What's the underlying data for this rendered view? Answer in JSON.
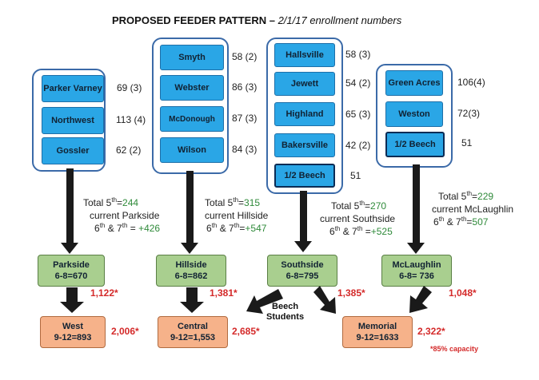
{
  "title": {
    "main": "PROPOSED FEEDER PATTERN – ",
    "sub": "2/1/17 enrollment numbers"
  },
  "groups": {
    "parkside": {
      "schools": [
        {
          "name": "Parker Varney",
          "count": "69 (3)"
        },
        {
          "name": "Northwest",
          "count": "113 (4)"
        },
        {
          "name": "Gossler",
          "count": "62 (2)"
        }
      ],
      "totals": {
        "l1a": "Total 5",
        "l1b": "th",
        "l1c": "=",
        "l1v": "244",
        "l2": "current Parkside",
        "l3a": "6",
        "l3b": "th",
        "l3c": " & 7",
        "l3d": "th",
        "l3e": " = ",
        "l3v": "+426"
      }
    },
    "hillside": {
      "schools": [
        {
          "name": "Smyth",
          "count": "58 (2)"
        },
        {
          "name": "Webster",
          "count": "86 (3)"
        },
        {
          "name": "McDonough",
          "count": "87 (3)"
        },
        {
          "name": "Wilson",
          "count": "84 (3)"
        }
      ],
      "totals": {
        "l1a": "Total 5",
        "l1b": "th",
        "l1c": "=",
        "l1v": "315",
        "l2": "current Hillside",
        "l3a": "6",
        "l3b": "th",
        "l3c": " & 7",
        "l3d": "th",
        "l3e": "=",
        "l3v": "+547"
      }
    },
    "southside": {
      "schools": [
        {
          "name": "Hallsville",
          "count": "58 (3)"
        },
        {
          "name": "Jewett",
          "count": "54 (2)"
        },
        {
          "name": "Highland",
          "count": "65 (3)"
        },
        {
          "name": "Bakersville",
          "count": "42 (2)"
        },
        {
          "name": "1/2 Beech",
          "count": "51"
        }
      ],
      "totals": {
        "l1a": "Total 5",
        "l1b": "th",
        "l1c": "=",
        "l1v": "270",
        "l2": "current Southside",
        "l3a": "6",
        "l3b": "th",
        "l3c": " & 7",
        "l3d": "th",
        "l3e": " =",
        "l3v": "+525"
      }
    },
    "mclaughlin": {
      "schools": [
        {
          "name": "Green Acres",
          "count": "106(4)"
        },
        {
          "name": "Weston",
          "count": "72(3)"
        },
        {
          "name": "1/2 Beech",
          "count": "51"
        }
      ],
      "totals": {
        "l1a": "Total 5",
        "l1b": "th",
        "l1c": "=",
        "l1v": "229",
        "l2": "current McLaughlin",
        "l3a": "6",
        "l3b": "th",
        "l3c": " & 7",
        "l3d": "th",
        "l3e": "=",
        "l3v": "507"
      }
    }
  },
  "middle_schools": [
    {
      "name": "Parkside",
      "detail": "6-8=670",
      "capacity": "1,122*"
    },
    {
      "name": "Hillside",
      "detail": "6-8=862",
      "capacity": "1,381*"
    },
    {
      "name": "Southside",
      "detail": "6-8=795",
      "capacity": "1,385*"
    },
    {
      "name": "McLaughlin",
      "detail": "6-8= 736",
      "capacity": "1,048*"
    }
  ],
  "high_schools": [
    {
      "name": "West",
      "detail": "9-12=893",
      "capacity": "2,006*"
    },
    {
      "name": "Central",
      "detail": "9-12=1,553",
      "capacity": "2,685*"
    },
    {
      "name": "Memorial",
      "detail": "9-12=1633",
      "capacity": "2,322*"
    }
  ],
  "beech_label": {
    "line1": "Beech",
    "line2": "Students"
  },
  "note": "*85% capacity",
  "colors": {
    "elementary": "#2aa6e6",
    "middle": "#a9cf8f",
    "high": "#f6b28a",
    "capacity_red": "#d42a2a",
    "increase_green": "#2f8a3a",
    "group_border": "#3b6aa8"
  }
}
